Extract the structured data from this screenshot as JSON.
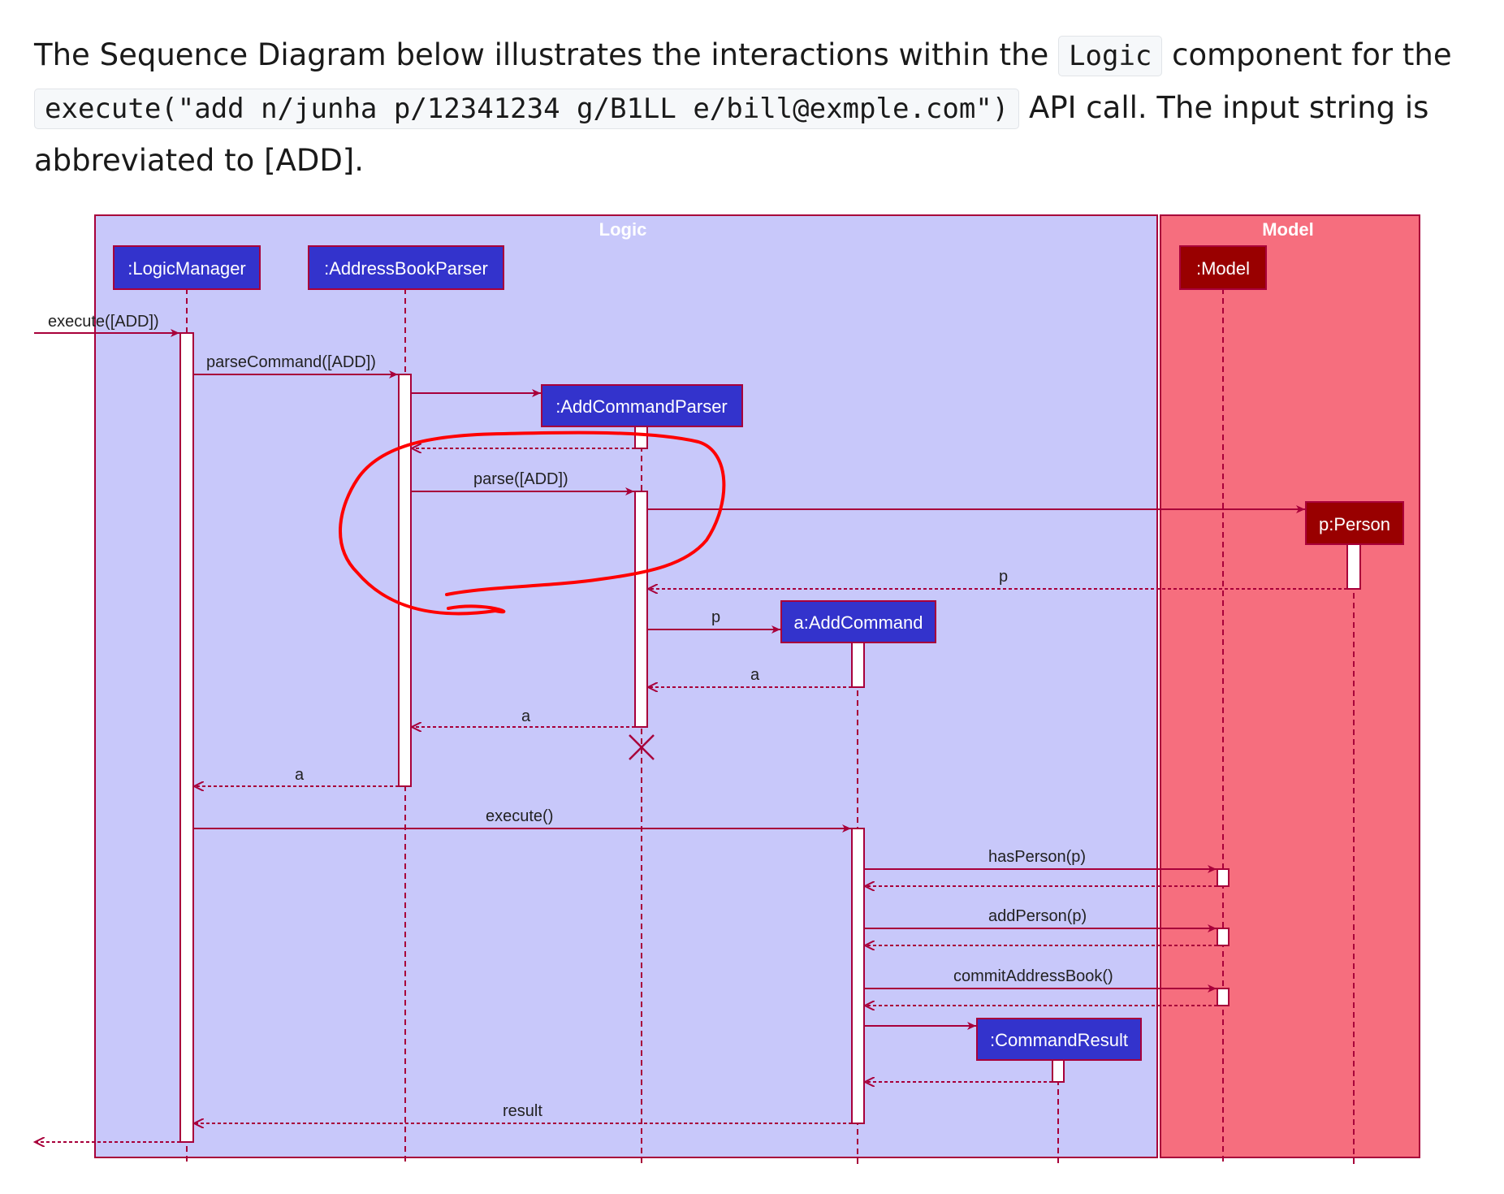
{
  "intro": {
    "text_before_logic": "The Sequence Diagram below illustrates the interactions within the ",
    "logic_code": "Logic",
    "text_after_logic": " component for the ",
    "call_code": "execute(\"add n/junha p/12341234 g/B1LL e/bill@exmple.com\")",
    "text_after_call": " API call. The input string is abbreviated to [ADD]."
  },
  "diagram": {
    "frames": {
      "logic": "Logic",
      "model": "Model"
    },
    "participants": {
      "logic_manager": ":LogicManager",
      "address_book_parser": ":AddressBookParser",
      "add_command_parser": ":AddCommandParser",
      "add_command": "a:AddCommand",
      "command_result": ":CommandResult",
      "model": ":Model",
      "person": "p:Person"
    },
    "messages": {
      "execute_add": "execute([ADD])",
      "parse_command": "parseCommand([ADD])",
      "parse": "parse([ADD])",
      "return_p": "p",
      "create_add_command_p": "p",
      "return_a_to_parser": "a",
      "return_a_to_abp": "a",
      "return_a_to_lm": "a",
      "execute": "execute()",
      "has_person": "hasPerson(p)",
      "add_person": "addPerson(p)",
      "commit": "commitAddressBook()",
      "result": "result"
    },
    "colors": {
      "logic_bg": "#c8c8fa",
      "model_bg": "#f66e7e",
      "logic_participant": "#3333cc",
      "model_participant": "#990000",
      "line": "#a8003a",
      "annotation": "#ff0000"
    }
  }
}
